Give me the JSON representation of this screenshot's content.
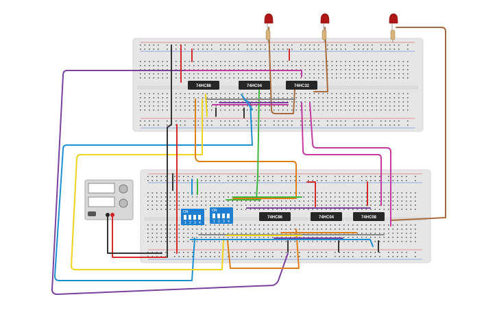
{
  "scene": {
    "background": "#ffffff",
    "breadboard_color": "#e6e6e6",
    "hole_color": "#5a5a5a",
    "rail_red": "#d63a3a",
    "rail_blue": "#3a6bd6"
  },
  "chips": {
    "top_left": "74HC86",
    "top_middle": "74HC04",
    "top_right": "74HC32",
    "bottom_left": "74HC86",
    "bottom_middle": "74HC04",
    "bottom_right": "74HC08"
  },
  "dip_switches": {
    "left": {
      "on_label": "ON",
      "numbers": [
        "1",
        "2",
        "3",
        "4"
      ]
    },
    "right": {
      "on_label": "ON",
      "numbers": [
        "1",
        "2",
        "3",
        "4"
      ]
    }
  },
  "icons": {
    "power_supply": "power-supply-icon",
    "led": "led-icon",
    "resistor": "resistor-icon"
  },
  "wire_colors": {
    "purple": "#7b3fa0",
    "blue": "#1b8fd1",
    "yellow": "#f2d21b",
    "orange": "#e07d14",
    "brown": "#a86a3a",
    "red": "#d62a2a",
    "black": "#333333",
    "green": "#3fb53a",
    "magenta": "#c43aa0",
    "gray": "#888888"
  }
}
